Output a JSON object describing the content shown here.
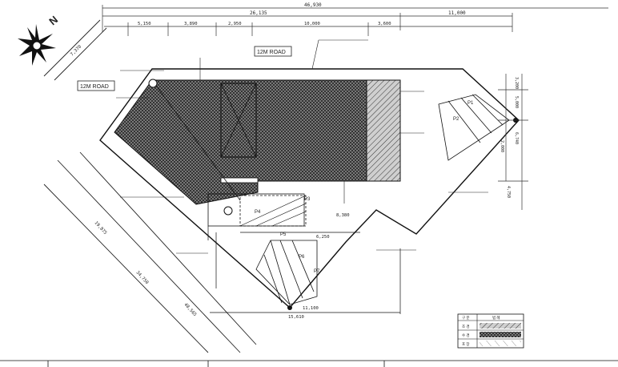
{
  "north": {
    "letter": "N"
  },
  "roads": {
    "top": "12M ROAD",
    "left": "12M ROAD"
  },
  "dimensions": {
    "top_overall": "46,930",
    "top_mid": "26,135",
    "top_right": "11,000",
    "sub_a": "5,150",
    "sub_b": "3,890",
    "sub_c": "2,950",
    "sub_d": "10,000",
    "sub_e": "3,600",
    "left_diag_a": "19,875",
    "left_diag_b": "34,750",
    "left_diag_c": "48,565",
    "left_diag_d": "7,370",
    "bottom_a": "11,100",
    "bottom_b": "15,610",
    "mid_a": "8,380",
    "mid_b": "6,250",
    "right_a": "3,200",
    "right_b": "5,000",
    "right_c": "6,740",
    "right_d": "2,000",
    "right_e": "4,750"
  },
  "parking": {
    "p1": "P1",
    "p2": "P2",
    "p3": "P3",
    "p4": "P4",
    "p5": "P5",
    "p6": "P6",
    "p7": "P7"
  },
  "legend": {
    "headers": [
      "구 분",
      "범 례"
    ],
    "rows": [
      "조 경",
      "수 경",
      "포 장"
    ]
  },
  "colors": {
    "line": "#1a1a1a",
    "hatch": "#2b2b2b",
    "paper": "#ffffff"
  }
}
